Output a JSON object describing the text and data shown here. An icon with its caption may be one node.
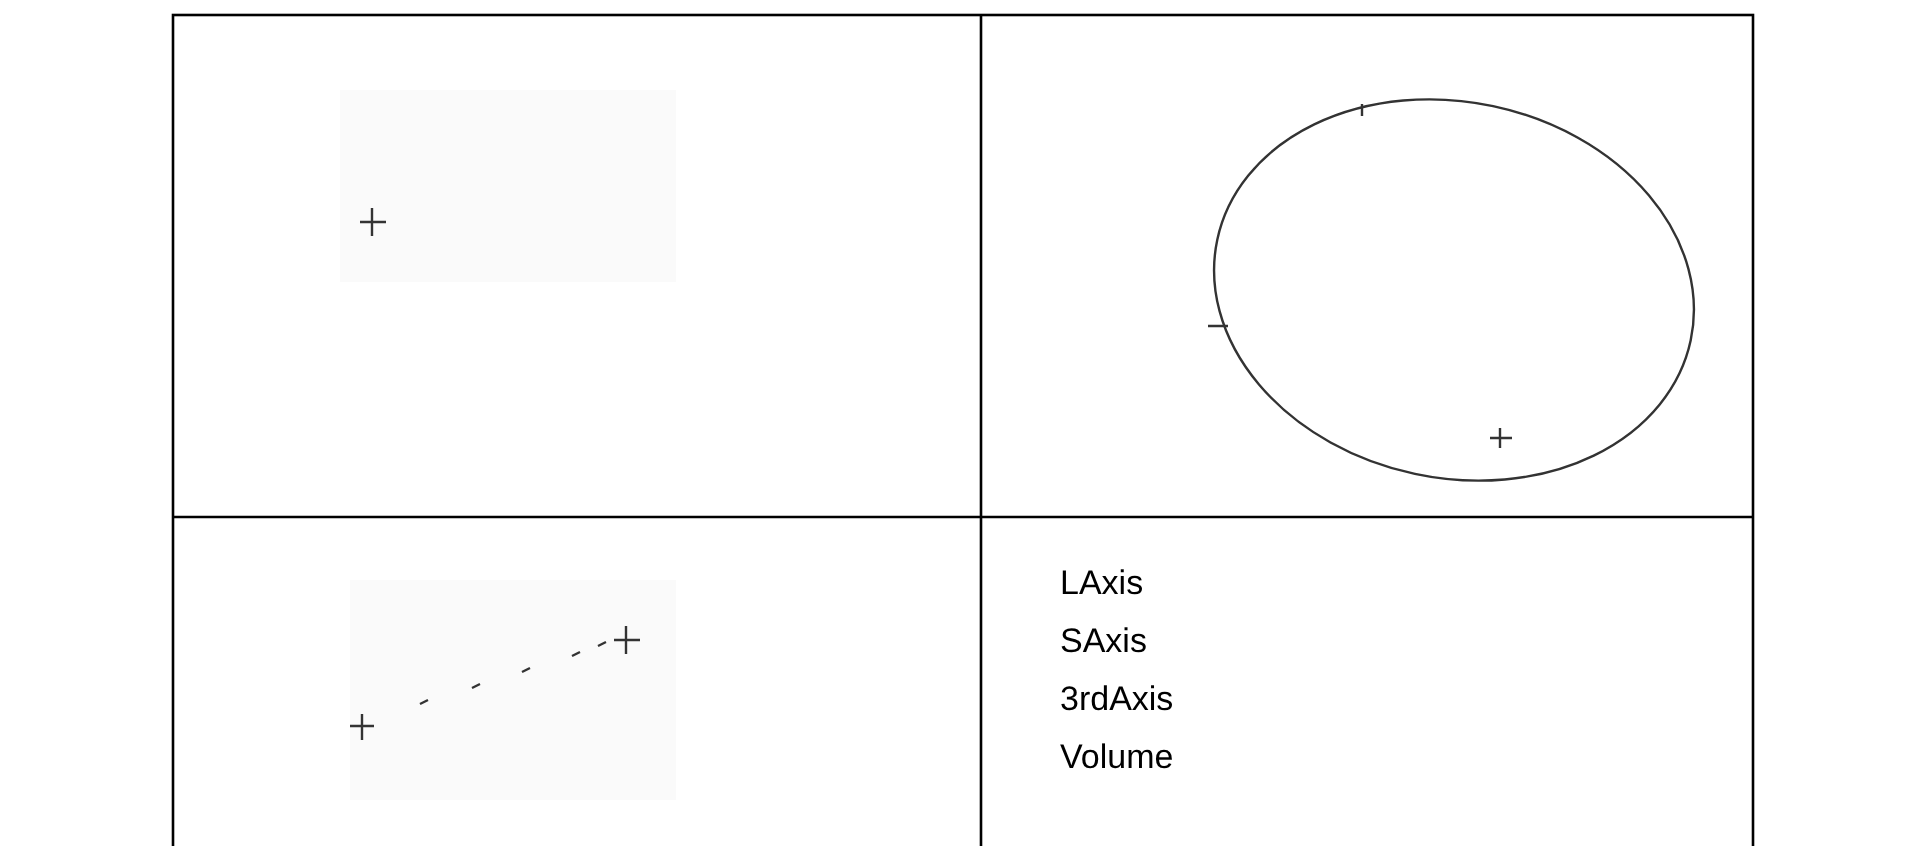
{
  "diagram": {
    "labels": [
      "LAxis",
      "SAxis",
      "3rdAxis",
      "Volume"
    ]
  }
}
